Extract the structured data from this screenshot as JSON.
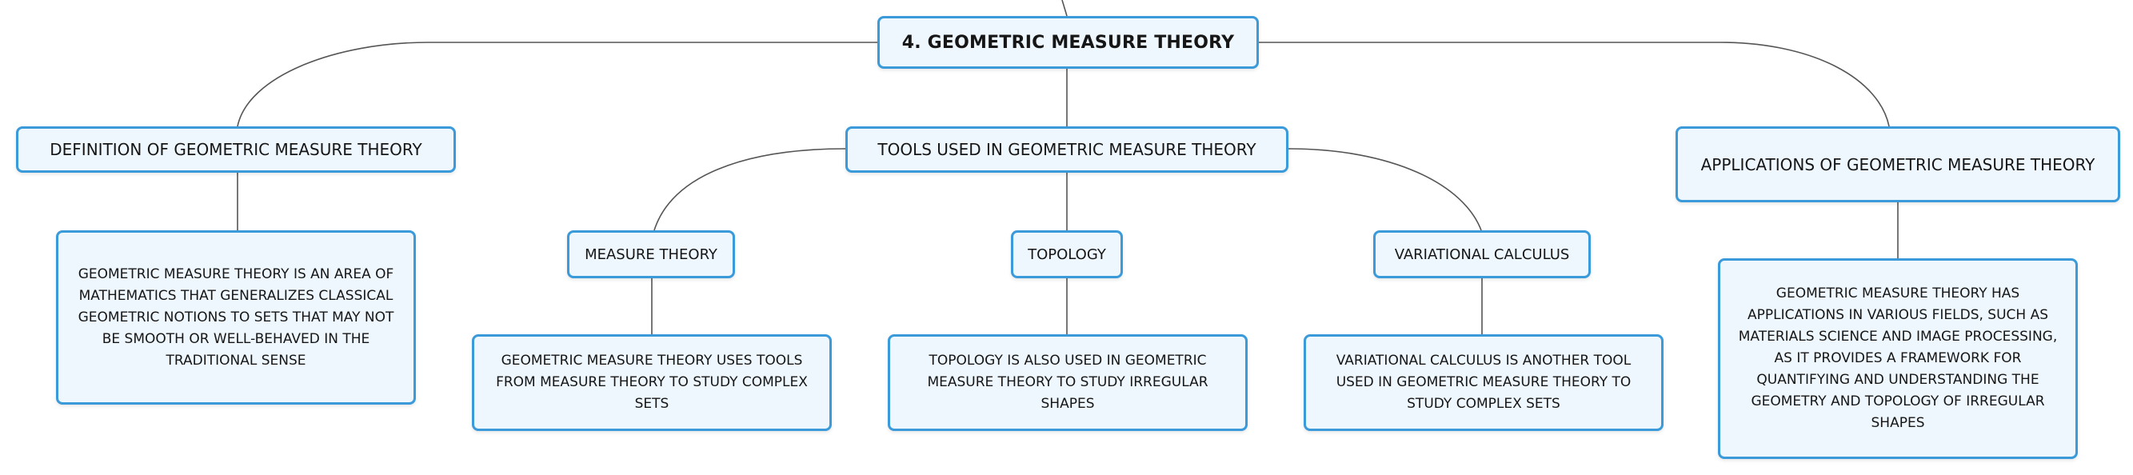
{
  "colors": {
    "node_border": "#3b9ad9",
    "node_fill": "#eef7fd",
    "connector": "#555555",
    "text": "#161616"
  },
  "diagram": {
    "root": {
      "label": "4. GEOMETRIC MEASURE THEORY"
    },
    "topics": {
      "definition": {
        "label": "DEFINITION OF GEOMETRIC MEASURE THEORY",
        "note": "GEOMETRIC MEASURE THEORY IS AN AREA OF MATHEMATICS THAT GENERALIZES CLASSICAL GEOMETRIC NOTIONS TO SETS THAT MAY NOT BE SMOOTH OR WELL-BEHAVED IN THE TRADITIONAL SENSE"
      },
      "tools": {
        "label": "TOOLS USED IN GEOMETRIC MEASURE THEORY",
        "children": {
          "measure": {
            "label": "MEASURE THEORY",
            "note": "GEOMETRIC MEASURE THEORY USES TOOLS FROM MEASURE THEORY TO STUDY COMPLEX SETS"
          },
          "topology": {
            "label": "TOPOLOGY",
            "note": "TOPOLOGY IS ALSO USED IN GEOMETRIC MEASURE THEORY TO STUDY IRREGULAR SHAPES"
          },
          "variational": {
            "label": "VARIATIONAL CALCULUS",
            "note": "VARIATIONAL CALCULUS IS ANOTHER TOOL USED IN GEOMETRIC MEASURE THEORY TO STUDY COMPLEX SETS"
          }
        }
      },
      "applications": {
        "label": "APPLICATIONS OF GEOMETRIC MEASURE THEORY",
        "note": "GEOMETRIC MEASURE THEORY HAS APPLICATIONS IN VARIOUS FIELDS, SUCH AS MATERIALS SCIENCE AND IMAGE PROCESSING, AS IT PROVIDES A FRAMEWORK FOR QUANTIFYING AND UNDERSTANDING THE GEOMETRY AND TOPOLOGY OF IRREGULAR SHAPES"
      }
    }
  }
}
